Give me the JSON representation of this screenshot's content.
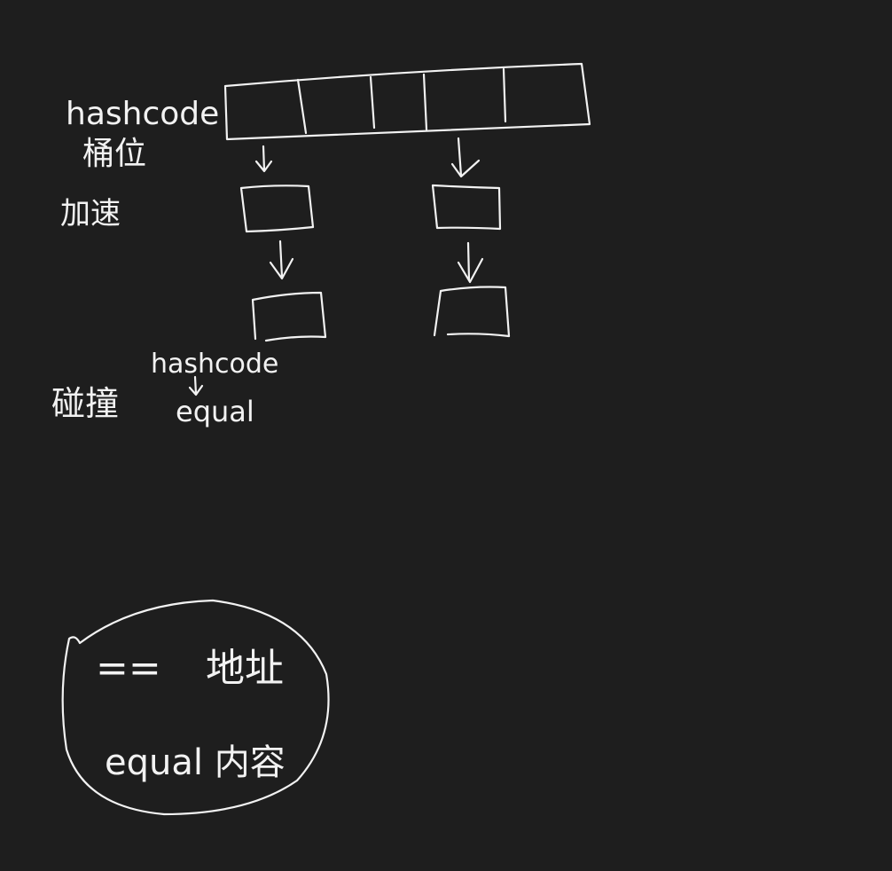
{
  "colors": {
    "background": "#1e1e1e",
    "ink": "#f2f2f2"
  },
  "labels": {
    "hashcode_top": "hashcode",
    "bucket": "桶位",
    "jiasu": "加速",
    "collision": "碰撞",
    "hashcode_bottom": "hashcode",
    "equal_bottom": "equal"
  },
  "note": {
    "line1_symbol": "==",
    "line1_text": "地址",
    "line2_text": "equal 内容"
  }
}
